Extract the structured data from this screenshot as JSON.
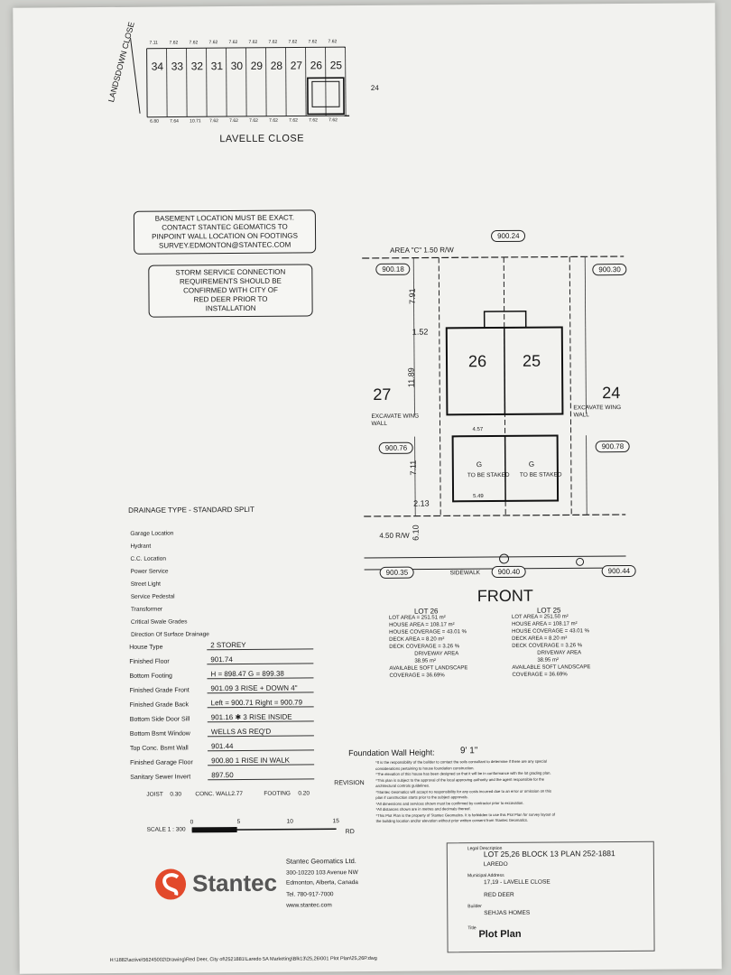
{
  "key_map": {
    "street_top": "LANDSDOWN CLOSE",
    "street_bottom": "LAVELLE CLOSE",
    "lots": [
      "34",
      "33",
      "32",
      "31",
      "30",
      "29",
      "28",
      "27",
      "26",
      "25"
    ],
    "side_lot": "24",
    "top_frontages": [
      "7.11",
      "7.62",
      "7.62",
      "7.62",
      "7.62",
      "7.62",
      "7.62",
      "7.62",
      "7.62",
      "7.62"
    ],
    "bottom_frontages": [
      "6.80",
      "7.64",
      "10.71",
      "7.62",
      "7.62",
      "7.62",
      "7.62",
      "7.62",
      "7.62",
      "7.62"
    ]
  },
  "notes": {
    "basement": [
      "BASEMENT LOCATION MUST BE EXACT.",
      "CONTACT STANTEC GEOMATICS TO",
      "PINPOINT WALL LOCATION ON FOOTINGS",
      "SURVEY.EDMONTON@STANTEC.COM"
    ],
    "storm": [
      "STORM SERVICE CONNECTION",
      "REQUIREMENTS SHOULD BE",
      "CONFIRMED WITH CITY OF",
      "RED DEER PRIOR TO",
      "INSTALLATION"
    ]
  },
  "plan": {
    "area_label": "AREA \"C\"  1.50 R/W",
    "row_label": "4.50 R/W",
    "front_label": "FRONT",
    "sidewalk": "SIDEWALK",
    "elevations": {
      "top_center": "900.24",
      "top_left": "900.18",
      "top_right": "900.30",
      "mid_left": "900.76",
      "mid_right": "900.78",
      "bottom_left": "900.35",
      "bottom_center": "900.40",
      "bottom_right": "900.44"
    },
    "dims": {
      "rear_setback": "7.91",
      "side_1": "1.52",
      "depth": "11.89",
      "front_setback": "7.11",
      "side_2": "2.13",
      "row_depth": "6.10",
      "width_a": "5.49",
      "width_b": "4.57"
    },
    "lot_labels": {
      "left": "27",
      "a": "26",
      "b": "25",
      "right": "24"
    },
    "garage": {
      "label": "G",
      "note": "TO BE STAKED"
    },
    "excavate": "EXCAVATE WING WALL"
  },
  "lot_stats": [
    {
      "title": "LOT 26",
      "lot_area": "LOT AREA = 251.51 m²",
      "house_area": "HOUSE AREA = 108.17 m²",
      "house_cov": "HOUSE COVERAGE = 43.01 %",
      "deck_area": "DECK AREA = 8.20 m²",
      "deck_cov": "DECK COVERAGE = 3.26 %",
      "driveway": "DRIVEWAY AREA",
      "driveway_val": "38.95 m²",
      "soft": "AVAILABLE SOFT LANDSCAPE",
      "soft_cov": "COVERAGE = 36.69%"
    },
    {
      "title": "LOT 25",
      "lot_area": "LOT AREA = 251.50 m²",
      "house_area": "HOUSE AREA = 108.17 m²",
      "house_cov": "HOUSE COVERAGE = 43.01 %",
      "deck_area": "DECK AREA = 8.20 m²",
      "deck_cov": "DECK COVERAGE = 3.26 %",
      "driveway": "DRIVEWAY AREA",
      "driveway_val": "38.95 m²",
      "soft": "AVAILABLE SOFT LANDSCAPE",
      "soft_cov": "COVERAGE = 36.69%"
    }
  ],
  "drainage": {
    "title": "DRAINAGE TYPE  -  STANDARD SPLIT",
    "legend": [
      "Garage Location",
      "Hydrant",
      "C.C. Location",
      "Power Service",
      "Street Light",
      "Service Pedestal",
      "Transformer",
      "Critical Swale Grades",
      "Direction Of Surface Drainage"
    ],
    "rows": [
      {
        "k": "House Type",
        "v": "2 STOREY"
      },
      {
        "k": "Finished Floor",
        "v": "901.74"
      },
      {
        "k": "Bottom Footing",
        "v": "H = 898.47  G = 899.38"
      },
      {
        "k": "Finished Grade Front",
        "v": "901.09  3 RISE + DOWN 4\""
      },
      {
        "k": "Finished Grade Back",
        "v": "Left = 900.71  Right = 900.79"
      },
      {
        "k": "Bottom Side Door Sill",
        "v": "901.16 ✱ 3 RISE INSIDE"
      },
      {
        "k": "Bottom Bsmt Window",
        "v": "WELLS AS REQ'D"
      },
      {
        "k": "Top Conc. Bsmt Wall",
        "v": "901.44"
      },
      {
        "k": "Finished Garage Floor",
        "v": "900.80  1 RISE IN WALK"
      },
      {
        "k": "Sanitary Sewer Invert",
        "v": "897.50"
      }
    ],
    "joist": "JOIST",
    "joist_v": "0.30",
    "conc": "CONC. WALL",
    "conc_v": "2.77",
    "footing": "FOOTING",
    "footing_v": "0.20",
    "scale": "SCALE 1 : 300",
    "scale_ticks": [
      "0",
      "5",
      "10",
      "15"
    ]
  },
  "foundation": {
    "label": "Foundation Wall Height:",
    "value": "9' 1\""
  },
  "revision": {
    "label": "REVISION",
    "sub": "RD"
  },
  "disclaimers": [
    "*It is the responsibility of the builder to contact the soils consultant to determine if there are any special",
    "considerations pertaining to house foundation construction.",
    "*The elevation of this house has been designed so that it will be in conformance with the lot grading plan.",
    "*This plan is subject to the approval of the local approving authority and the agent responsible for the",
    "architectural controls guidelines.",
    "*Stantec Geomatics will accept no responsibility for any costs incurred due to an error or omission on this",
    "plan if construction starts prior to the subject approvals.",
    "*All dimensions and services shown must be confirmed by contractor prior to excavation.",
    "*All distances shown are in metres and decimals thereof.",
    "*This Plot Plan is the property of Stantec Geomatics. It is forbidden to use this Plot Plan for survey layout of",
    "the building location and/or elevation without prior written consent from Stantec Geomatics."
  ],
  "company": {
    "logo": "Stantec",
    "name": "Stantec Geomatics Ltd.",
    "addr1": "300-10220 103 Avenue NW",
    "addr2": "Edmonton, Alberta, Canada",
    "tel": "Tel.  780-917-7000",
    "web": "www.stantec.com"
  },
  "title_block": {
    "legal_label": "Legal Description",
    "legal": "LOT 25,26  BLOCK 13  PLAN 252-1881",
    "sub": "LAREDO",
    "addr_label": "Municipal Address",
    "addr": "17,19 - LAVELLE CLOSE",
    "city": "RED DEER",
    "builder_label": "Builder",
    "builder": "SEHJAS HOMES",
    "title_label": "Title",
    "title": "Plot Plan"
  },
  "filepath": "H:\\1882\\active\\56245002\\Drawing\\Red Deer, City of\\2521881\\Laredo 5A Marketing\\Blk13\\25,26\\001 Plot Plan\\25,26P.dwg"
}
